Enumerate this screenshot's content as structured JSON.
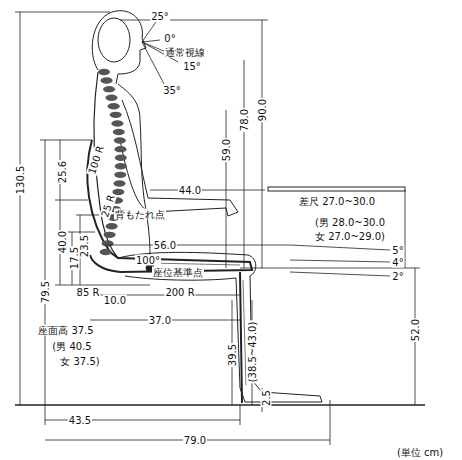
{
  "diagram": {
    "labels": [
      "25°",
      "0°",
      "通常視線",
      "15°",
      "35°",
      "130.5",
      "79.5",
      "25.6",
      "40.0",
      "17.5",
      "23.5",
      "100 R",
      "25 R",
      "背もたれ点",
      "100°",
      "座位基準点",
      "85 R",
      "10.0",
      "200 R",
      "37.0",
      "56.0",
      "44.0",
      "59.0",
      "78.0",
      "90.0",
      "差尺 27.0~30.0",
      "(男 28.0~30.0",
      "女 27.0~29.0)",
      "5°",
      "4°",
      "2°",
      "52.0",
      "座面高 37.5",
      "(男 40.5",
      "女 37.5)",
      "39.5",
      "(38.5~43.0)",
      "43.5",
      "79.0",
      "2.5",
      "(単位 cm)"
    ]
  }
}
